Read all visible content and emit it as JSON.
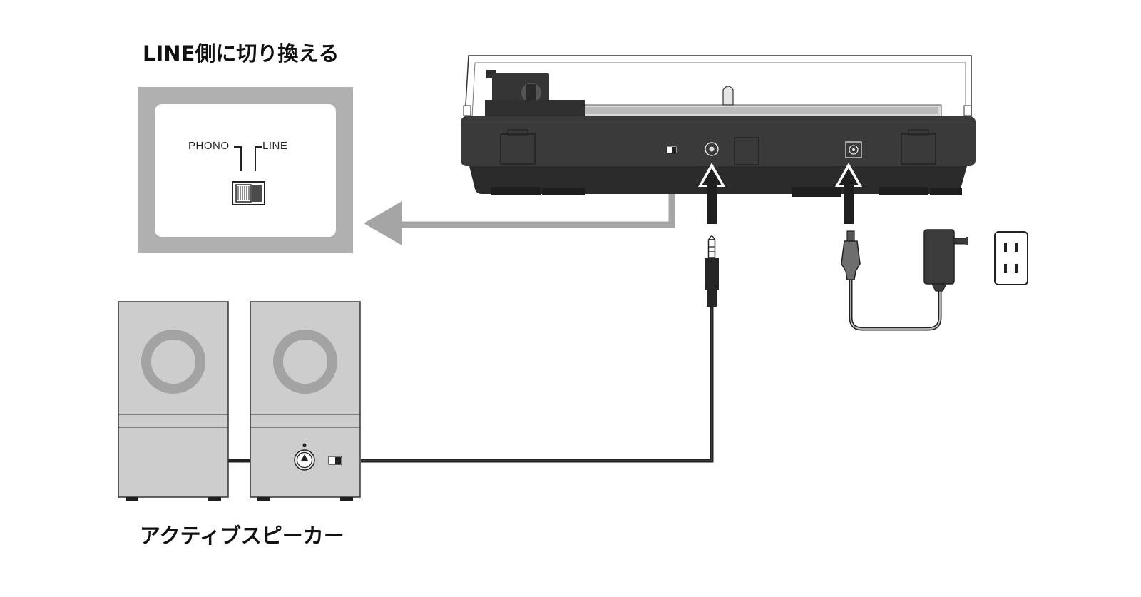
{
  "labels": {
    "title": "LINE側に切り換える",
    "switch_phono": "PHONO",
    "switch_line": "LINE",
    "speakers": "アクティブスピーカー"
  },
  "colors": {
    "body": "#3a3a3a",
    "body_dark": "#2b2b2b",
    "line_gray": "#a5a5a5",
    "panel_gray": "#b0b0b0",
    "speaker_face": "#cdcdcd",
    "cable": "#222222"
  },
  "switch_position": "LINE"
}
